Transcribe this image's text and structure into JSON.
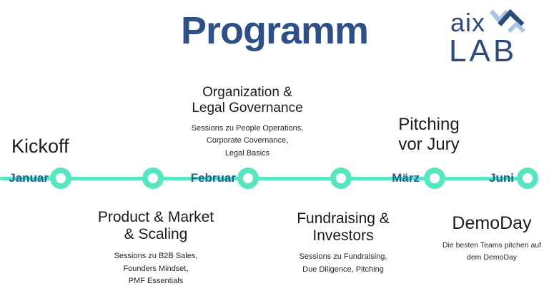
{
  "title": "Programm",
  "logo": {
    "line1": "aix",
    "line2": "LAB",
    "mark": "double-chevron"
  },
  "timeline": {
    "months": [
      {
        "label": "Januar"
      },
      {
        "label": "Februar"
      },
      {
        "label": "März"
      },
      {
        "label": "Juni"
      }
    ],
    "node_count": 6
  },
  "milestones": {
    "kickoff": {
      "title": "Kickoff"
    },
    "organization": {
      "title": "Organization &\nLegal Governance",
      "subtitle": "Sessions zu People Operations,\nCorporate Covernance,\nLegal Basics"
    },
    "pitching": {
      "title": "Pitching\nvor Jury"
    },
    "product": {
      "title": "Product & Market\n& Scaling",
      "subtitle": "Sessions zu B2B Sales,\nFounders Mindset,\nPMF Essentials"
    },
    "fundraising": {
      "title": "Fundraising &\nInvestors",
      "subtitle": "Sessions zu Fundraising,\nDue Diligence, Pitching"
    },
    "demoday": {
      "title": "DemoDay",
      "subtitle": "Die besten Teams pitchen auf\ndem DemoDay"
    }
  },
  "colors": {
    "accent_teal": "#57E6C1",
    "title_navy": "#2E4F87",
    "month_blue": "#27608C",
    "logo_navy": "#2E4A7A",
    "logo_lightblue": "#A9C4E4",
    "heading_black": "#1B1B1B"
  }
}
